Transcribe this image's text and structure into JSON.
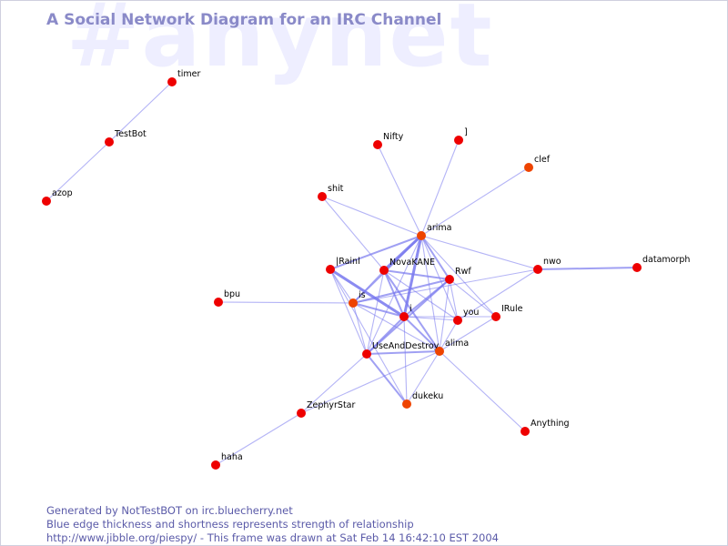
{
  "watermark": "#anynet",
  "title": "A Social Network Diagram for an IRC Channel",
  "footer": {
    "line1": "Generated by NotTestBOT on irc.bluecherry.net",
    "line2": "Blue edge thickness and shortness represents strength of relationship",
    "line3": "http://www.jibble.org/piespy/ - This frame was drawn at Sat Feb 14 16:42:10 EST 2004"
  },
  "colors": {
    "node": "#ee0000",
    "node_alt": "#ee4400",
    "edge": "#7777ee",
    "title": "#8a8ac8",
    "footer": "#5a5aa8",
    "watermark": "#eeeeff"
  },
  "nodes": [
    {
      "id": "timer",
      "label": "timer"
    },
    {
      "id": "testbot",
      "label": "TestBot"
    },
    {
      "id": "azop",
      "label": "azop"
    },
    {
      "id": "nifty",
      "label": "Nifty"
    },
    {
      "id": "bracket",
      "label": "]"
    },
    {
      "id": "clef",
      "label": "clef"
    },
    {
      "id": "shit",
      "label": "shit"
    },
    {
      "id": "arima",
      "label": "arima"
    },
    {
      "id": "rainl",
      "label": "|Rainl"
    },
    {
      "id": "novakane",
      "label": "NovaKANE"
    },
    {
      "id": "rwf",
      "label": "Rwf"
    },
    {
      "id": "nwo",
      "label": "nwo"
    },
    {
      "id": "datamorph",
      "label": "datamorph"
    },
    {
      "id": "bpu",
      "label": "bpu"
    },
    {
      "id": "is",
      "label": "is"
    },
    {
      "id": "i",
      "label": "i"
    },
    {
      "id": "you",
      "label": "you"
    },
    {
      "id": "irule",
      "label": "IRule"
    },
    {
      "id": "useanddestroy",
      "label": "UseAndDestroy"
    },
    {
      "id": "alima",
      "label": "alima"
    },
    {
      "id": "dukeku",
      "label": "dukeku"
    },
    {
      "id": "zephyrstar",
      "label": "ZephyrStar"
    },
    {
      "id": "anything",
      "label": "Anything"
    },
    {
      "id": "haha",
      "label": "haha"
    }
  ],
  "edges": [
    {
      "from": "timer",
      "to": "testbot",
      "weight": 1
    },
    {
      "from": "testbot",
      "to": "azop",
      "weight": 1
    },
    {
      "from": "nifty",
      "to": "arima",
      "weight": 1
    },
    {
      "from": "bracket",
      "to": "arima",
      "weight": 1
    },
    {
      "from": "clef",
      "to": "arima",
      "weight": 1
    },
    {
      "from": "shit",
      "to": "arima",
      "weight": 1
    },
    {
      "from": "shit",
      "to": "novakane",
      "weight": 1
    },
    {
      "from": "arima",
      "to": "rainl",
      "weight": 2
    },
    {
      "from": "arima",
      "to": "novakane",
      "weight": 3
    },
    {
      "from": "arima",
      "to": "rwf",
      "weight": 2
    },
    {
      "from": "arima",
      "to": "is",
      "weight": 2
    },
    {
      "from": "arima",
      "to": "i",
      "weight": 3
    },
    {
      "from": "arima",
      "to": "nwo",
      "weight": 1
    },
    {
      "from": "arima",
      "to": "irule",
      "weight": 1
    },
    {
      "from": "arima",
      "to": "you",
      "weight": 1
    },
    {
      "from": "arima",
      "to": "alima",
      "weight": 1
    },
    {
      "from": "arima",
      "to": "useanddestroy",
      "weight": 1
    },
    {
      "from": "nwo",
      "to": "datamorph",
      "weight": 2
    },
    {
      "from": "nwo",
      "to": "is",
      "weight": 1
    },
    {
      "from": "nwo",
      "to": "you",
      "weight": 1
    },
    {
      "from": "rainl",
      "to": "i",
      "weight": 3
    },
    {
      "from": "rainl",
      "to": "is",
      "weight": 1
    },
    {
      "from": "rainl",
      "to": "useanddestroy",
      "weight": 1
    },
    {
      "from": "rainl",
      "to": "dukeku",
      "weight": 1
    },
    {
      "from": "novakane",
      "to": "rwf",
      "weight": 2
    },
    {
      "from": "novakane",
      "to": "i",
      "weight": 2
    },
    {
      "from": "novakane",
      "to": "is",
      "weight": 1
    },
    {
      "from": "novakane",
      "to": "you",
      "weight": 1
    },
    {
      "from": "novakane",
      "to": "useanddestroy",
      "weight": 1
    },
    {
      "from": "novakane",
      "to": "alima",
      "weight": 2
    },
    {
      "from": "rwf",
      "to": "is",
      "weight": 2
    },
    {
      "from": "rwf",
      "to": "i",
      "weight": 2
    },
    {
      "from": "rwf",
      "to": "you",
      "weight": 1
    },
    {
      "from": "rwf",
      "to": "alima",
      "weight": 1
    },
    {
      "from": "rwf",
      "to": "useanddestroy",
      "weight": 2
    },
    {
      "from": "rwf",
      "to": "irule",
      "weight": 1
    },
    {
      "from": "bpu",
      "to": "is",
      "weight": 1
    },
    {
      "from": "is",
      "to": "i",
      "weight": 2
    },
    {
      "from": "is",
      "to": "alima",
      "weight": 1
    },
    {
      "from": "is",
      "to": "useanddestroy",
      "weight": 1
    },
    {
      "from": "i",
      "to": "you",
      "weight": 1
    },
    {
      "from": "i",
      "to": "alima",
      "weight": 2
    },
    {
      "from": "i",
      "to": "useanddestroy",
      "weight": 2
    },
    {
      "from": "i",
      "to": "dukeku",
      "weight": 1
    },
    {
      "from": "i",
      "to": "irule",
      "weight": 1
    },
    {
      "from": "you",
      "to": "alima",
      "weight": 1
    },
    {
      "from": "irule",
      "to": "alima",
      "weight": 1
    },
    {
      "from": "useanddestroy",
      "to": "alima",
      "weight": 2
    },
    {
      "from": "useanddestroy",
      "to": "dukeku",
      "weight": 2
    },
    {
      "from": "useanddestroy",
      "to": "zephyrstar",
      "weight": 1
    },
    {
      "from": "alima",
      "to": "dukeku",
      "weight": 1
    },
    {
      "from": "alima",
      "to": "anything",
      "weight": 1
    },
    {
      "from": "alima",
      "to": "zephyrstar",
      "weight": 1
    },
    {
      "from": "zephyrstar",
      "to": "haha",
      "weight": 1
    }
  ]
}
